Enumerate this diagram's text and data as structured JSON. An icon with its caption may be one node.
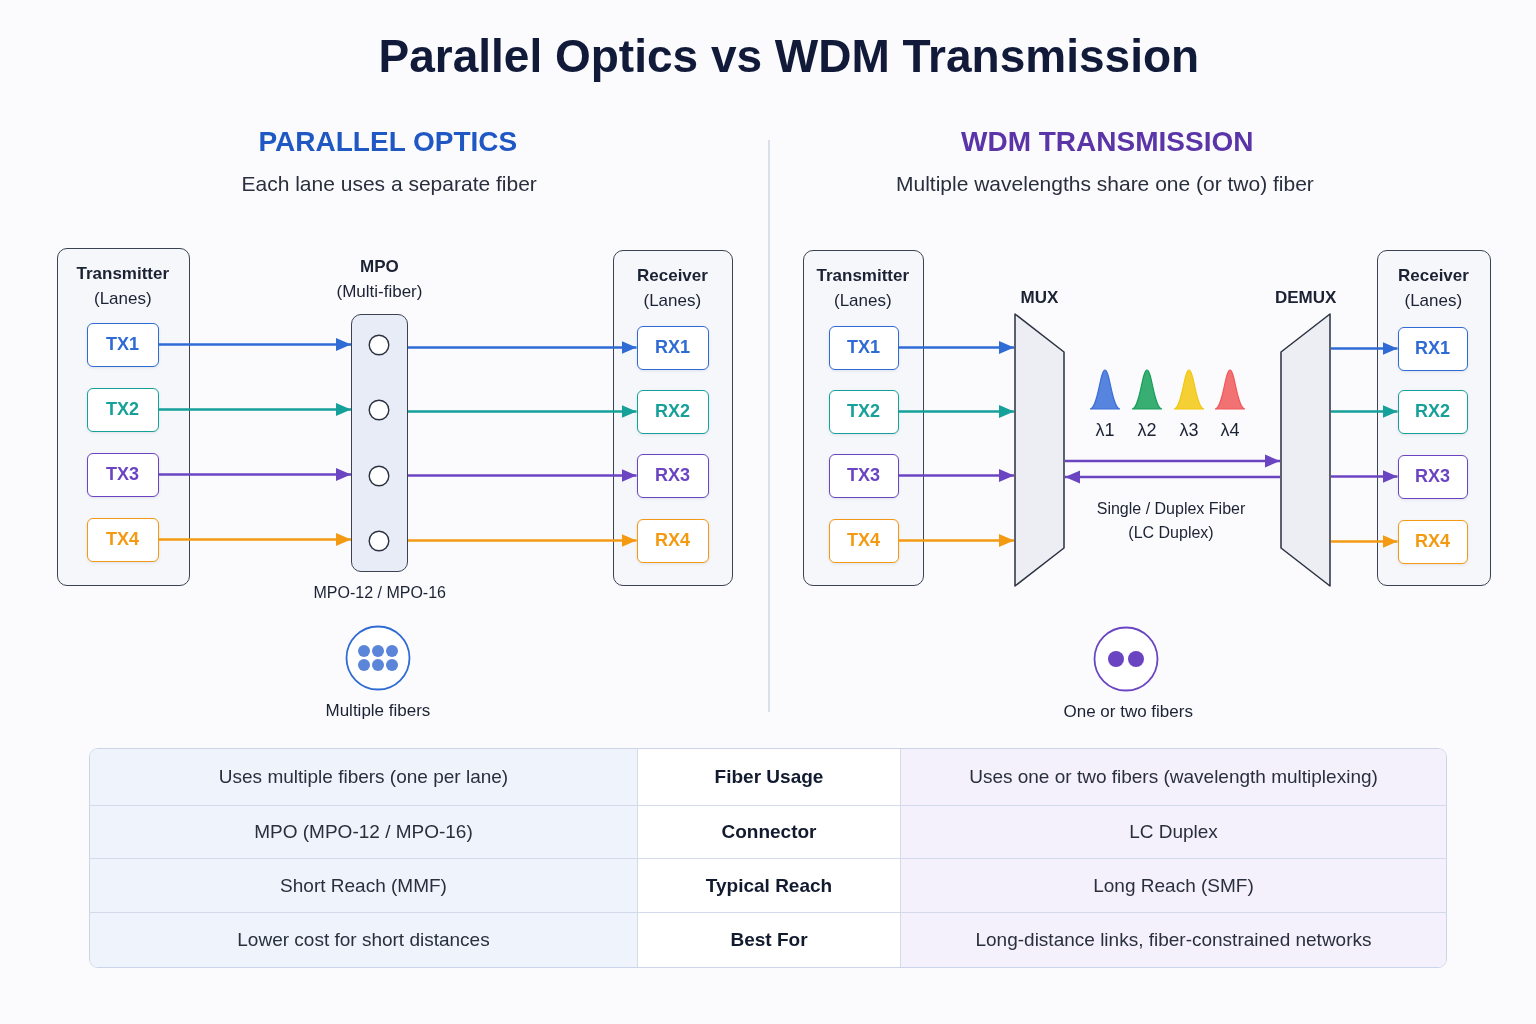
{
  "diagram": {
    "title": "Parallel Optics vs WDM Transmission",
    "nodes": [
      {
        "text": [
          "Transmitter",
          "(Lanes)"
        ]
      },
      {
        "text": [
          "TX1"
        ],
        "in": 0
      },
      {
        "text": [
          "TX2"
        ],
        "in": 0
      },
      {
        "text": [
          "TX3"
        ],
        "in": 0
      },
      {
        "text": [
          "TX4"
        ],
        "in": 0
      },
      {
        "text": [
          "MPO",
          "(Multi-fiber)"
        ],
        "beside": [
          "MPO-12 / MPO-16"
        ]
      },
      {
        "text": [
          "Receiver",
          "(Lanes)"
        ]
      },
      {
        "text": [
          "RX1"
        ],
        "in": 6
      },
      {
        "text": [
          "RX2"
        ],
        "in": 6
      },
      {
        "text": [
          "RX3"
        ],
        "in": 6
      },
      {
        "text": [
          "RX4"
        ],
        "in": 6
      },
      {
        "text": [
          "Transmitter",
          "(Lanes)"
        ]
      },
      {
        "text": [
          "TX1"
        ],
        "in": 11
      },
      {
        "text": [
          "TX2"
        ],
        "in": 11
      },
      {
        "text": [
          "TX3"
        ],
        "in": 11
      },
      {
        "text": [
          "TX4"
        ],
        "in": 11
      },
      {
        "text": [
          "MUX"
        ]
      },
      {
        "text": [
          "DEMUX"
        ]
      },
      {
        "text": [
          "Receiver",
          "(Lanes)"
        ]
      },
      {
        "text": [
          "RX1"
        ],
        "in": 18
      },
      {
        "text": [
          "RX2"
        ],
        "in": 18
      },
      {
        "text": [
          "RX3"
        ],
        "in": 18
      },
      {
        "text": [
          "RX4"
        ],
        "in": 18
      }
    ],
    "edges": [
      {
        "from": 1,
        "to": 5,
        "arrow": "to",
        "color": "#2f6bd4"
      },
      {
        "from": 2,
        "to": 5,
        "arrow": "to",
        "color": "#16a09a"
      },
      {
        "from": 3,
        "to": 5,
        "arrow": "to",
        "color": "#6b44c2"
      },
      {
        "from": 4,
        "to": 5,
        "arrow": "to",
        "color": "#f39a12"
      },
      {
        "from": 5,
        "to": 7,
        "arrow": "to",
        "color": "#2f6bd4"
      },
      {
        "from": 5,
        "to": 8,
        "arrow": "to",
        "color": "#16a09a"
      },
      {
        "from": 5,
        "to": 9,
        "arrow": "to",
        "color": "#6b44c2"
      },
      {
        "from": 5,
        "to": 10,
        "arrow": "to",
        "color": "#f39a12"
      },
      {
        "from": 12,
        "to": 16,
        "arrow": "to",
        "color": "#2f6bd4"
      },
      {
        "from": 13,
        "to": 16,
        "arrow": "to",
        "color": "#16a09a"
      },
      {
        "from": 14,
        "to": 16,
        "arrow": "to",
        "color": "#6b44c2"
      },
      {
        "from": 15,
        "to": 16,
        "arrow": "to",
        "color": "#f39a12"
      },
      {
        "from": 16,
        "to": 17,
        "arrow": "to",
        "color": "#6b44c2"
      },
      {
        "from": 17,
        "to": 16,
        "arrow": "to",
        "color": "#6b44c2"
      },
      {
        "from": 17,
        "to": 19,
        "arrow": "to",
        "color": "#2f6bd4"
      },
      {
        "from": 17,
        "to": 20,
        "arrow": "to",
        "color": "#16a09a"
      },
      {
        "from": 17,
        "to": 21,
        "arrow": "to",
        "color": "#6b44c2"
      },
      {
        "from": 17,
        "to": 22,
        "arrow": "to",
        "color": "#f39a12"
      }
    ],
    "labels": [
      "PARALLEL OPTICS",
      "WDM TRANSMISSION",
      "Each lane uses a separate fiber",
      "Multiple wavelengths share one (or two) fiber",
      "λ1",
      "λ2",
      "λ3",
      "λ4",
      "Single / Duplex Fiber (LC Duplex)",
      "Multiple fibers",
      "One or two fibers",
      "Uses multiple fibers (one per lane)",
      "Fiber Usage",
      "Uses one or two fibers (wavelength multiplexing)",
      "MPO (MPO-12 / MPO-16)",
      "Connector",
      "LC Duplex",
      "Short Reach (MMF)",
      "Typical Reach",
      "Long Reach (SMF)",
      "Lower cost for short distances",
      "Best For",
      "Long-distance links, fiber-constrained networks"
    ]
  }
}
